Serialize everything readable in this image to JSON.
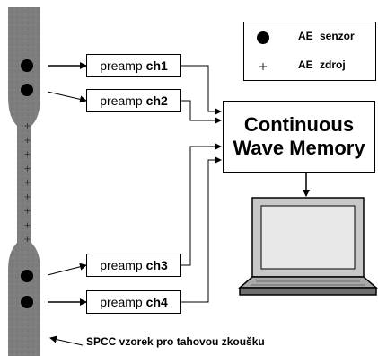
{
  "legend": {
    "sensor_label": "AE senzor",
    "source_label": "AE   zdroj",
    "sensor_icon": "filled-circle",
    "source_icon": "plus-mark"
  },
  "preamps": [
    {
      "label": "preamp",
      "channel": "ch1"
    },
    {
      "label": "preamp",
      "channel": "ch2"
    },
    {
      "label": "preamp",
      "channel": "ch3"
    },
    {
      "label": "preamp",
      "channel": "ch4"
    }
  ],
  "memory": {
    "line1": "Continuous",
    "line2": "Wave Memory"
  },
  "specimen": {
    "caption": "SPCC vzorek pro tahovou zkoušku",
    "color": "#7d7d7d"
  },
  "computer": {
    "icon": "laptop-icon"
  },
  "source_count": 9
}
